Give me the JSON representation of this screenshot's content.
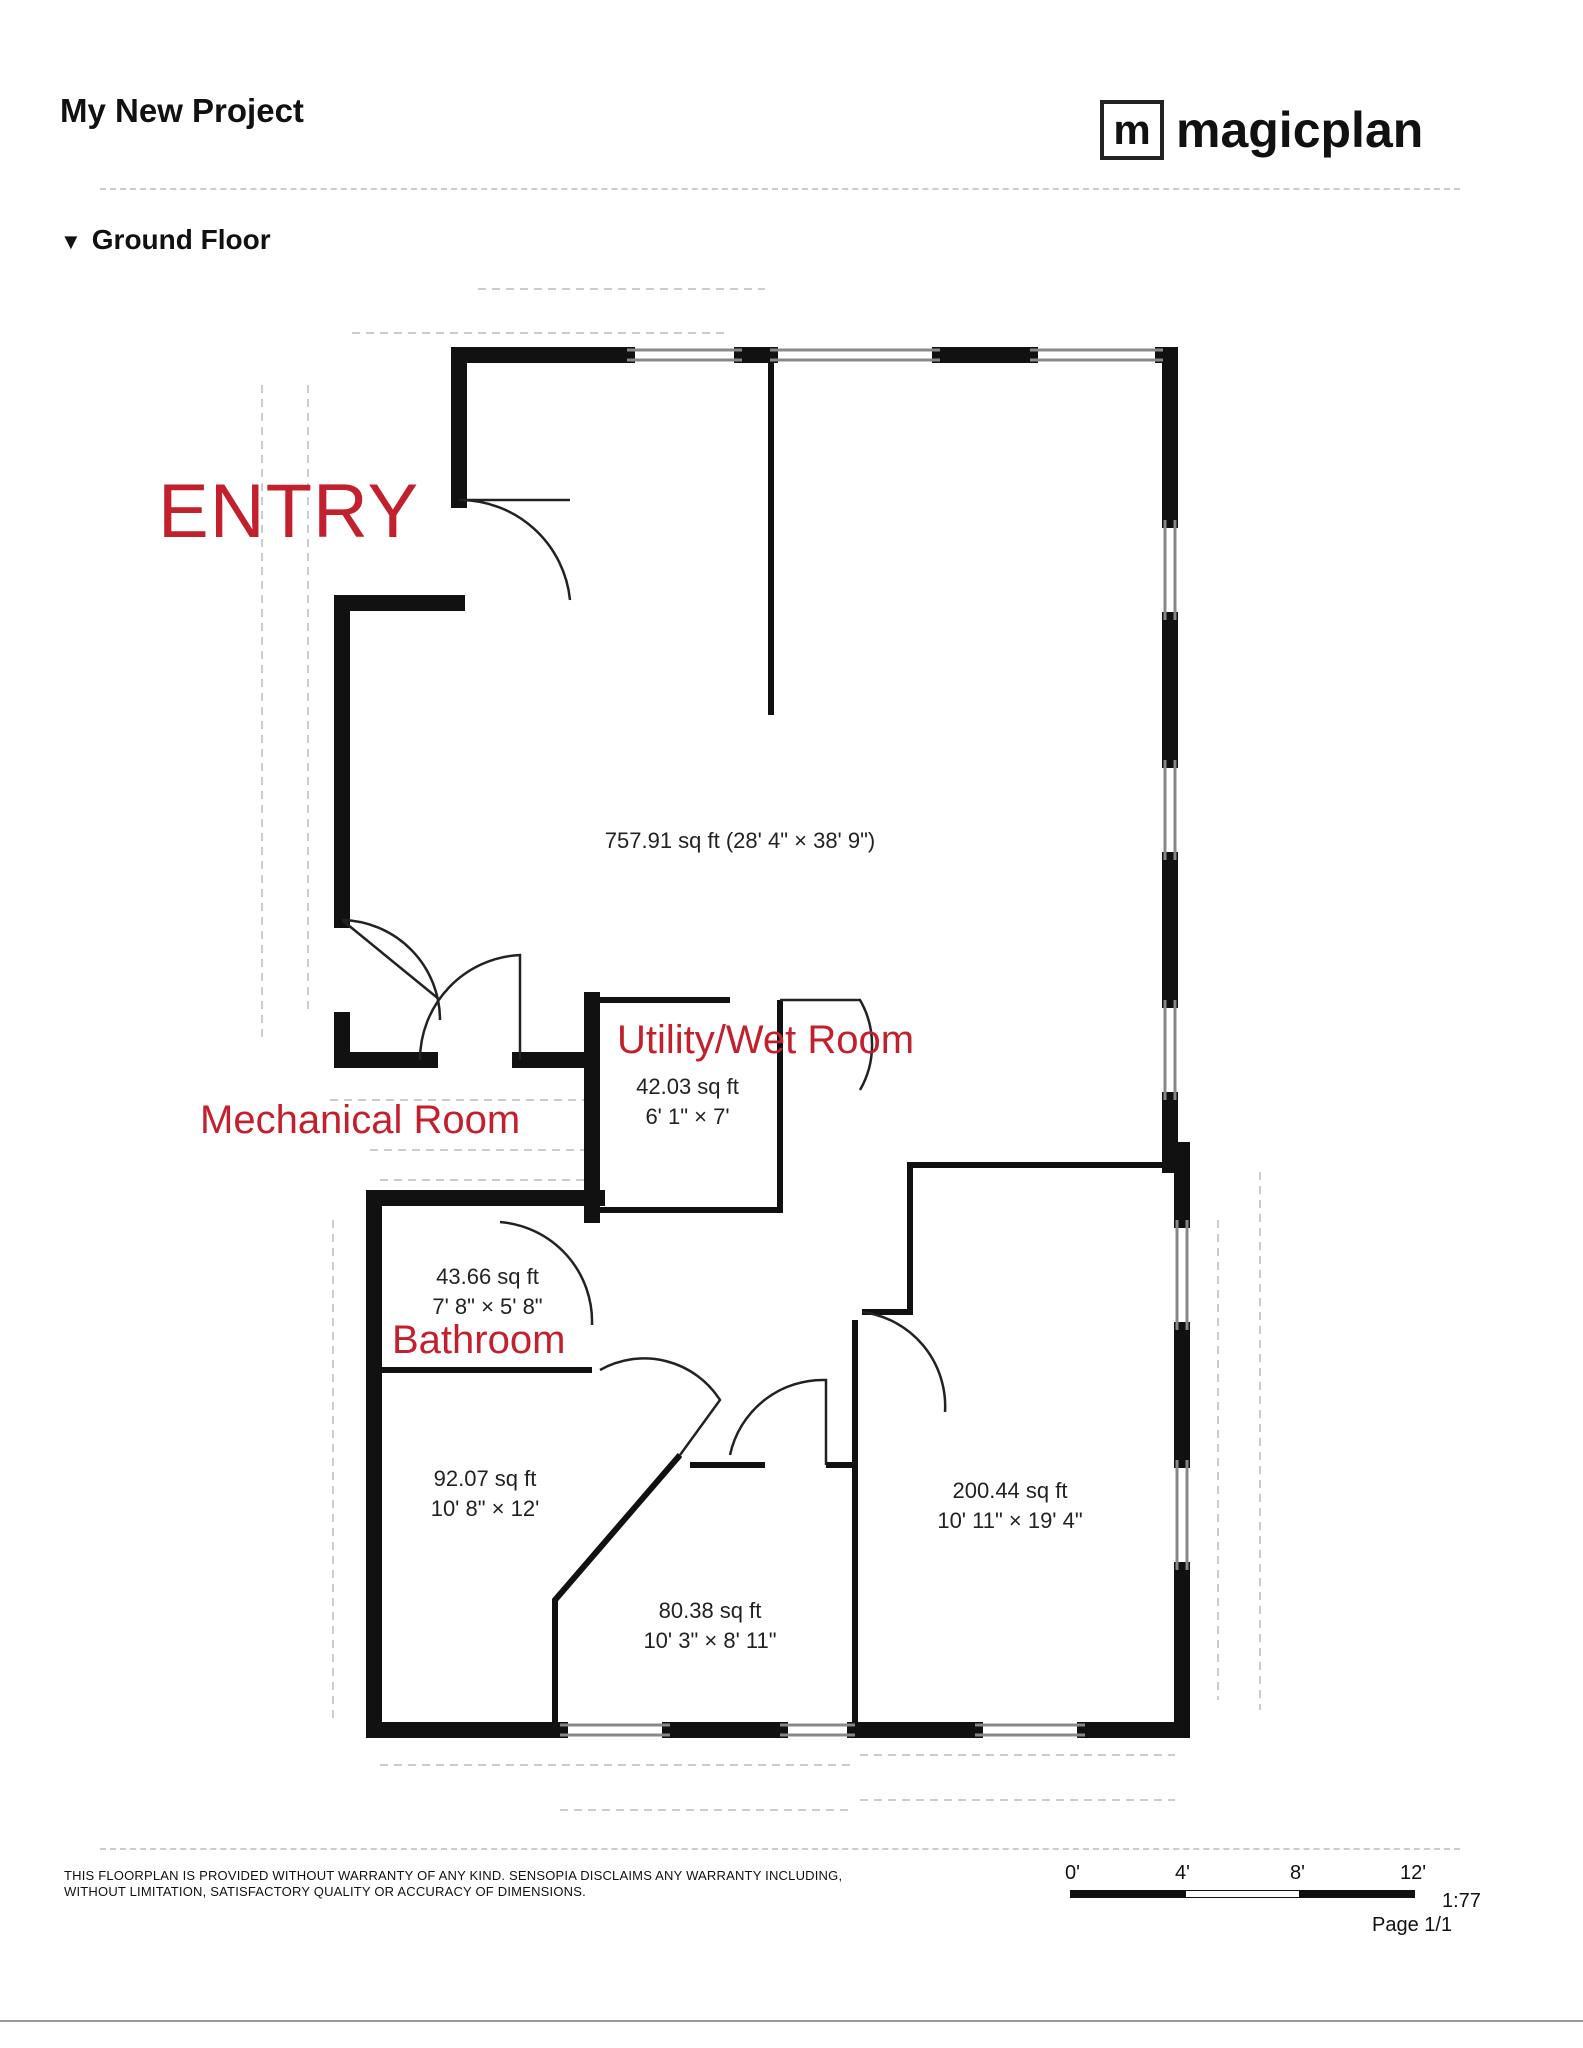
{
  "header": {
    "project_title": "My New Project",
    "logo_glyph": "m",
    "logo_text": "magicplan",
    "floor_label": "Ground Floor",
    "floor_toggle_icon": "triangle-down-icon"
  },
  "annotations": {
    "entry": "ENTRY",
    "utility": "Utility/Wet Room",
    "mechanical": "Mechanical Room",
    "bathroom": "Bathroom"
  },
  "rooms": {
    "main": {
      "area": "757.91 sq ft (28' 4\" × 38' 9\")"
    },
    "utility": {
      "area": "42.03 sq ft",
      "dims": "6' 1\" × 7'"
    },
    "bathroom": {
      "area": "43.66 sq ft",
      "dims": "7' 8\" × 5' 8\""
    },
    "bedroom_left": {
      "area": "92.07 sq ft",
      "dims": "10' 8\" × 12'"
    },
    "bedroom_center": {
      "area": "80.38 sq ft",
      "dims": "10' 3\" × 8' 11\""
    },
    "bedroom_right": {
      "area": "200.44 sq ft",
      "dims": "10' 11\" × 19' 4\""
    }
  },
  "footer": {
    "disclaimer_line1": "THIS FLOORPLAN IS PROVIDED WITHOUT WARRANTY OF ANY KIND. SENSOPIA DISCLAIMS ANY WARRANTY INCLUDING,",
    "disclaimer_line2": "WITHOUT LIMITATION, SATISFACTORY QUALITY OR ACCURACY OF DIMENSIONS.",
    "scale_ticks": [
      "0'",
      "4'",
      "8'",
      "12'"
    ],
    "scale_ratio": "1:77",
    "page_label": "Page 1/1"
  },
  "colors": {
    "wall": "#111111",
    "annotation": "#c3202e",
    "window": "#999999"
  }
}
